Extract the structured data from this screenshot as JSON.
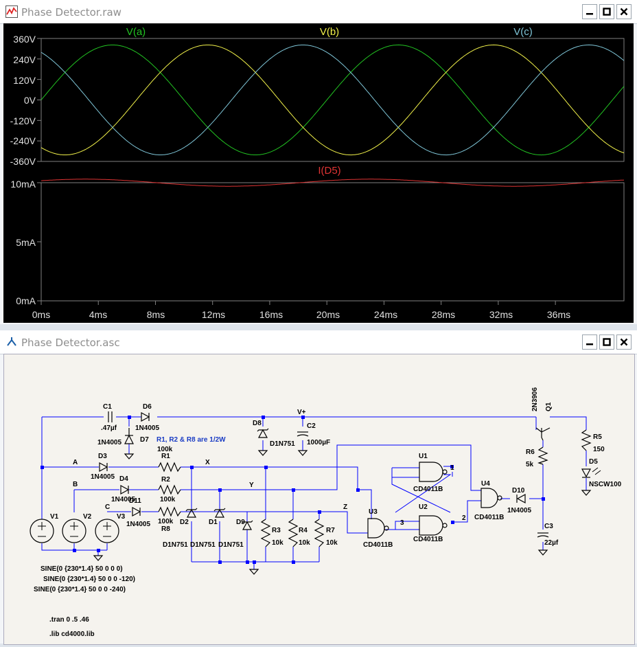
{
  "waveform_window": {
    "title": "Phase Detector.raw",
    "pane1": {
      "traces": [
        {
          "label": "V(a)",
          "color": "#22c422"
        },
        {
          "label": "V(b)",
          "color": "#f2f24a"
        },
        {
          "label": "V(c)",
          "color": "#7fc6d8"
        }
      ],
      "yticks": [
        "360V",
        "240V",
        "120V",
        "0V",
        "-120V",
        "-240V",
        "-360V"
      ]
    },
    "pane2": {
      "trace": {
        "label": "I(D5)",
        "color": "#e03434"
      },
      "yticks": [
        "10mA",
        "5mA",
        "0mA"
      ]
    },
    "xticks": [
      "0ms",
      "4ms",
      "8ms",
      "12ms",
      "16ms",
      "20ms",
      "24ms",
      "28ms",
      "32ms",
      "36ms"
    ]
  },
  "chart_data": [
    {
      "type": "line",
      "x_unit": "ms",
      "xlim": [
        0,
        40.8
      ],
      "ylim": [
        -360,
        360
      ],
      "series": [
        {
          "name": "V(a)",
          "function": "322*sin(2*pi*50*t)",
          "amplitude": 322,
          "frequency_hz": 50,
          "phase_deg": 0
        },
        {
          "name": "V(b)",
          "function": "322*sin(2*pi*50*t - 120deg)",
          "amplitude": 322,
          "frequency_hz": 50,
          "phase_deg": -120
        },
        {
          "name": "V(c)",
          "function": "322*sin(2*pi*50*t - 240deg)",
          "amplitude": 322,
          "frequency_hz": 50,
          "phase_deg": -240
        }
      ]
    },
    {
      "type": "line",
      "x_unit": "ms",
      "xlim": [
        0,
        40.8
      ],
      "ylim": [
        0,
        10
      ],
      "series": [
        {
          "name": "I(D5)",
          "mean_mA": 10.0,
          "ripple_mA": 0.3,
          "period_ms": 20
        }
      ]
    }
  ],
  "schematic_window": {
    "title": "Phase Detector.asc",
    "labels": {
      "C1": "C1",
      "C1v": ".47µf",
      "D6": "D6",
      "D6v": "1N4005",
      "D7": "D7",
      "D7v": "1N4005",
      "D8": "D8",
      "D8v": "D1N751",
      "Vplus": "V+",
      "C2": "C2",
      "C2v": "1000µF",
      "Q1": "Q1",
      "Q1v": "2N3906",
      "R5": "R5",
      "R5v": "150",
      "D5": "D5",
      "D5v": "NSCW100",
      "R6": "R6",
      "R6v": "5k",
      "note": "R1, R2 & R8 are 1/2W",
      "R1": "R1",
      "R1v": "100k",
      "R2": "R2",
      "R2v": "100k",
      "R8": "R8",
      "R8v": "100k",
      "D3": "D3",
      "D3v": "1N4005",
      "D4": "D4",
      "D4v": "1N4005",
      "D11": "D11",
      "D11v": "1N4005",
      "A": "A",
      "B": "B",
      "C": "C",
      "X": "X",
      "Y": "Y",
      "Z": "Z",
      "V1": "V1",
      "V2": "V2",
      "V3": "V3",
      "D2": "D2",
      "D1": "D1",
      "D9": "D9",
      "D751": "D1N751",
      "R3": "R3",
      "R4": "R4",
      "R7": "R7",
      "R10k": "10k",
      "U1": "U1",
      "U2": "U2",
      "U3": "U3",
      "U4": "U4",
      "CD": "CD4011B",
      "n1": "1",
      "n2": "2",
      "n3": "3",
      "D10": "D10",
      "D10v": "1N4005",
      "C3": "C3",
      "C3v": "22µf",
      "sine1": "SINE(0 {230*1.4} 50 0 0 0)",
      "sine2": "SINE(0 {230*1.4} 50 0 0 -120)",
      "sine3": "SINE(0 {230*1.4} 50 0 0 -240)",
      "tran": ".tran 0 .5 .46",
      "lib": ".lib cd4000.lib"
    }
  }
}
